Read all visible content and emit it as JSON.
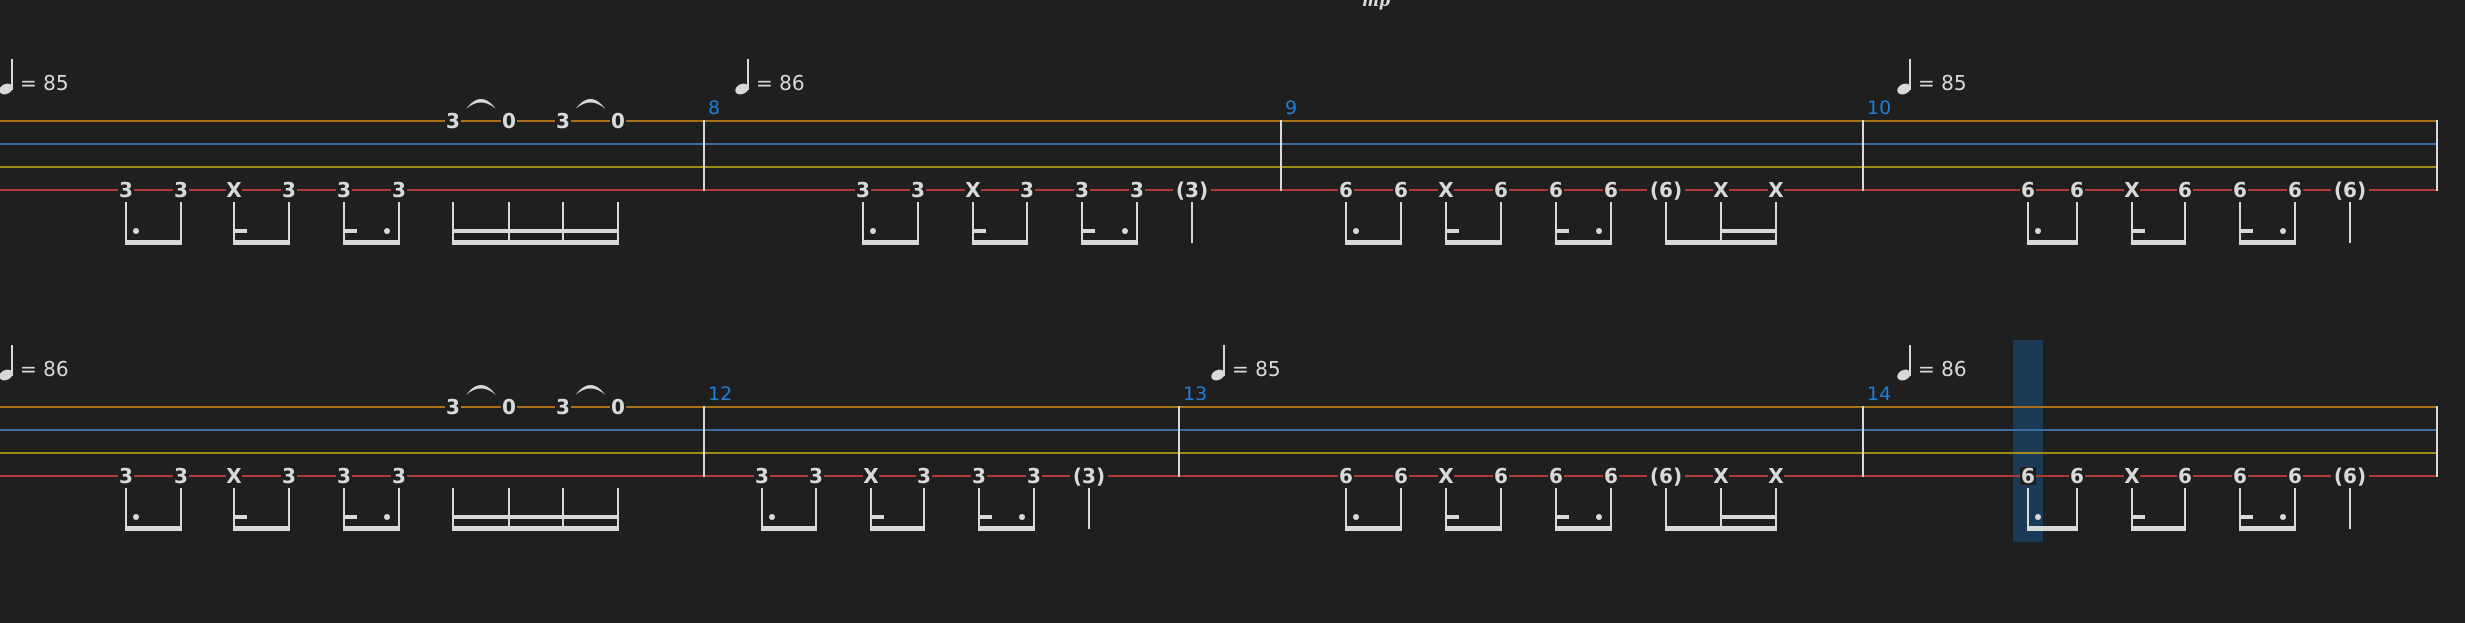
{
  "dynamic": "mp",
  "colors": {
    "background": "#1f1f1f",
    "string1": "#a86f1c",
    "string2": "#3a6ea5",
    "string3": "#a08a1a",
    "string4": "#b03a35",
    "notes": "#d9d9d9",
    "measure_number": "#1e7fd6",
    "cursor": "#1b3a55"
  },
  "cursor": {
    "row": 1,
    "measure": 3,
    "note": 0
  },
  "rows": [
    {
      "measures": [
        {
          "number": null,
          "tempo": "= 85",
          "notes": [
            {
              "f": "3",
              "s": 4
            },
            {
              "f": "3",
              "s": 4
            },
            {
              "f": "X",
              "s": 4
            },
            {
              "f": "3",
              "s": 4
            },
            {
              "f": "3",
              "s": 4
            },
            {
              "f": "3",
              "s": 4
            },
            {
              "f": "3",
              "s": 1
            },
            {
              "f": "0",
              "s": 1
            },
            {
              "f": "3",
              "s": 1
            },
            {
              "f": "0",
              "s": 1
            }
          ],
          "ties": [
            [
              6,
              7
            ],
            [
              8,
              9
            ]
          ],
          "groups": [
            {
              "type": "dot",
              "notes": [
                0,
                1
              ]
            },
            {
              "type": "stub-left",
              "notes": [
                2,
                3
              ]
            },
            {
              "type": "stub-dot",
              "notes": [
                4,
                5
              ]
            },
            {
              "type": "sixteenths",
              "notes": [
                6,
                7,
                8,
                9
              ]
            }
          ]
        },
        {
          "number": "8",
          "tempo": "= 86",
          "notes": [
            {
              "f": "3",
              "s": 4
            },
            {
              "f": "3",
              "s": 4
            },
            {
              "f": "X",
              "s": 4
            },
            {
              "f": "3",
              "s": 4
            },
            {
              "f": "3",
              "s": 4
            },
            {
              "f": "3",
              "s": 4
            },
            {
              "f": "(3)",
              "s": 4
            }
          ],
          "ties": [],
          "groups": [
            {
              "type": "dot",
              "notes": [
                0,
                1
              ]
            },
            {
              "type": "stub-left",
              "notes": [
                2,
                3
              ]
            },
            {
              "type": "stub-dot",
              "notes": [
                4,
                5
              ]
            },
            {
              "type": "single",
              "notes": [
                6
              ]
            }
          ]
        },
        {
          "number": "9",
          "tempo": null,
          "notes": [
            {
              "f": "6",
              "s": 4
            },
            {
              "f": "6",
              "s": 4
            },
            {
              "f": "X",
              "s": 4
            },
            {
              "f": "6",
              "s": 4
            },
            {
              "f": "6",
              "s": 4
            },
            {
              "f": "6",
              "s": 4
            },
            {
              "f": "(6)",
              "s": 4
            },
            {
              "f": "X",
              "s": 4
            },
            {
              "f": "X",
              "s": 4
            }
          ],
          "ties": [],
          "groups": [
            {
              "type": "dot",
              "notes": [
                0,
                1
              ]
            },
            {
              "type": "stub-left",
              "notes": [
                2,
                3
              ]
            },
            {
              "type": "stub-dot",
              "notes": [
                4,
                5
              ]
            },
            {
              "type": "eighth-two-sixteenths",
              "notes": [
                6,
                7,
                8
              ]
            }
          ]
        },
        {
          "number": "10",
          "tempo": "= 85",
          "notes": [
            {
              "f": "6",
              "s": 4
            },
            {
              "f": "6",
              "s": 4
            },
            {
              "f": "X",
              "s": 4
            },
            {
              "f": "6",
              "s": 4
            },
            {
              "f": "6",
              "s": 4
            },
            {
              "f": "6",
              "s": 4
            },
            {
              "f": "(6)",
              "s": 4
            }
          ],
          "ties": [],
          "groups": [
            {
              "type": "dot",
              "notes": [
                0,
                1
              ]
            },
            {
              "type": "stub-left",
              "notes": [
                2,
                3
              ]
            },
            {
              "type": "stub-dot",
              "notes": [
                4,
                5
              ]
            },
            {
              "type": "single",
              "notes": [
                6
              ]
            }
          ]
        }
      ]
    },
    {
      "measures": [
        {
          "number": null,
          "tempo": "= 86",
          "notes": [
            {
              "f": "3",
              "s": 4
            },
            {
              "f": "3",
              "s": 4
            },
            {
              "f": "X",
              "s": 4
            },
            {
              "f": "3",
              "s": 4
            },
            {
              "f": "3",
              "s": 4
            },
            {
              "f": "3",
              "s": 4
            },
            {
              "f": "3",
              "s": 1
            },
            {
              "f": "0",
              "s": 1
            },
            {
              "f": "3",
              "s": 1
            },
            {
              "f": "0",
              "s": 1
            }
          ],
          "ties": [
            [
              6,
              7
            ],
            [
              8,
              9
            ]
          ],
          "groups": [
            {
              "type": "dot",
              "notes": [
                0,
                1
              ]
            },
            {
              "type": "stub-left",
              "notes": [
                2,
                3
              ]
            },
            {
              "type": "stub-dot",
              "notes": [
                4,
                5
              ]
            },
            {
              "type": "sixteenths",
              "notes": [
                6,
                7,
                8,
                9
              ]
            }
          ]
        },
        {
          "number": "12",
          "tempo": null,
          "notes": [
            {
              "f": "3",
              "s": 4
            },
            {
              "f": "3",
              "s": 4
            },
            {
              "f": "X",
              "s": 4
            },
            {
              "f": "3",
              "s": 4
            },
            {
              "f": "3",
              "s": 4
            },
            {
              "f": "3",
              "s": 4
            },
            {
              "f": "(3)",
              "s": 4
            }
          ],
          "ties": [],
          "groups": [
            {
              "type": "dot",
              "notes": [
                0,
                1
              ]
            },
            {
              "type": "stub-left",
              "notes": [
                2,
                3
              ]
            },
            {
              "type": "stub-dot",
              "notes": [
                4,
                5
              ]
            },
            {
              "type": "single",
              "notes": [
                6
              ]
            }
          ]
        },
        {
          "number": "13",
          "tempo": "= 85",
          "notes": [
            {
              "f": "6",
              "s": 4
            },
            {
              "f": "6",
              "s": 4
            },
            {
              "f": "X",
              "s": 4
            },
            {
              "f": "6",
              "s": 4
            },
            {
              "f": "6",
              "s": 4
            },
            {
              "f": "6",
              "s": 4
            },
            {
              "f": "(6)",
              "s": 4
            },
            {
              "f": "X",
              "s": 4
            },
            {
              "f": "X",
              "s": 4
            }
          ],
          "ties": [],
          "groups": [
            {
              "type": "dot",
              "notes": [
                0,
                1
              ]
            },
            {
              "type": "stub-left",
              "notes": [
                2,
                3
              ]
            },
            {
              "type": "stub-dot",
              "notes": [
                4,
                5
              ]
            },
            {
              "type": "eighth-two-sixteenths",
              "notes": [
                6,
                7,
                8
              ]
            }
          ]
        },
        {
          "number": "14",
          "tempo": "= 86",
          "notes": [
            {
              "f": "6",
              "s": 4
            },
            {
              "f": "6",
              "s": 4
            },
            {
              "f": "X",
              "s": 4
            },
            {
              "f": "6",
              "s": 4
            },
            {
              "f": "6",
              "s": 4
            },
            {
              "f": "6",
              "s": 4
            },
            {
              "f": "(6)",
              "s": 4
            }
          ],
          "ties": [],
          "groups": [
            {
              "type": "dot",
              "notes": [
                0,
                1
              ]
            },
            {
              "type": "stub-left",
              "notes": [
                2,
                3
              ]
            },
            {
              "type": "stub-dot",
              "notes": [
                4,
                5
              ]
            },
            {
              "type": "single",
              "notes": [
                6
              ]
            }
          ]
        }
      ]
    }
  ]
}
